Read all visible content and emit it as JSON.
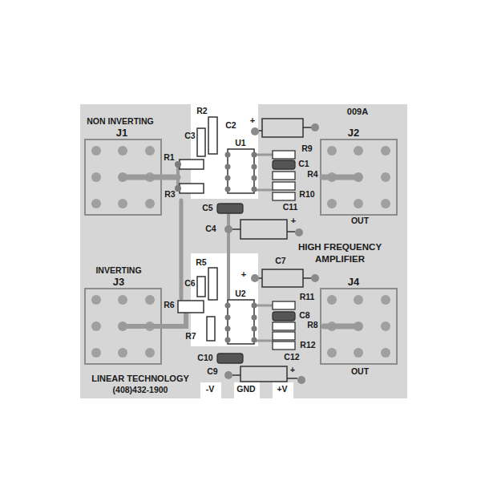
{
  "diagram": {
    "labels": [
      "NON INVERTING",
      "R2",
      "009A",
      "J1",
      "C3",
      "C2",
      "+",
      "J2",
      "U1",
      "R9",
      "R1",
      "C1",
      "R4",
      "R3",
      "R10",
      "C5",
      "C11",
      "OUT",
      "C4",
      "+",
      "HIGH FREQUENCY AMPLIFIER",
      "R5",
      "C7",
      "INVERTING",
      "+",
      "J3",
      "J4",
      "C6",
      "U2",
      "R11",
      "R6",
      "C8",
      "R8",
      "R7",
      "R12",
      "C12",
      "C10",
      "C9",
      "OUT",
      "+",
      "LINEAR TECHNOLOGY",
      "(408)432-1900",
      "-V",
      "GND",
      "+V"
    ]
  }
}
